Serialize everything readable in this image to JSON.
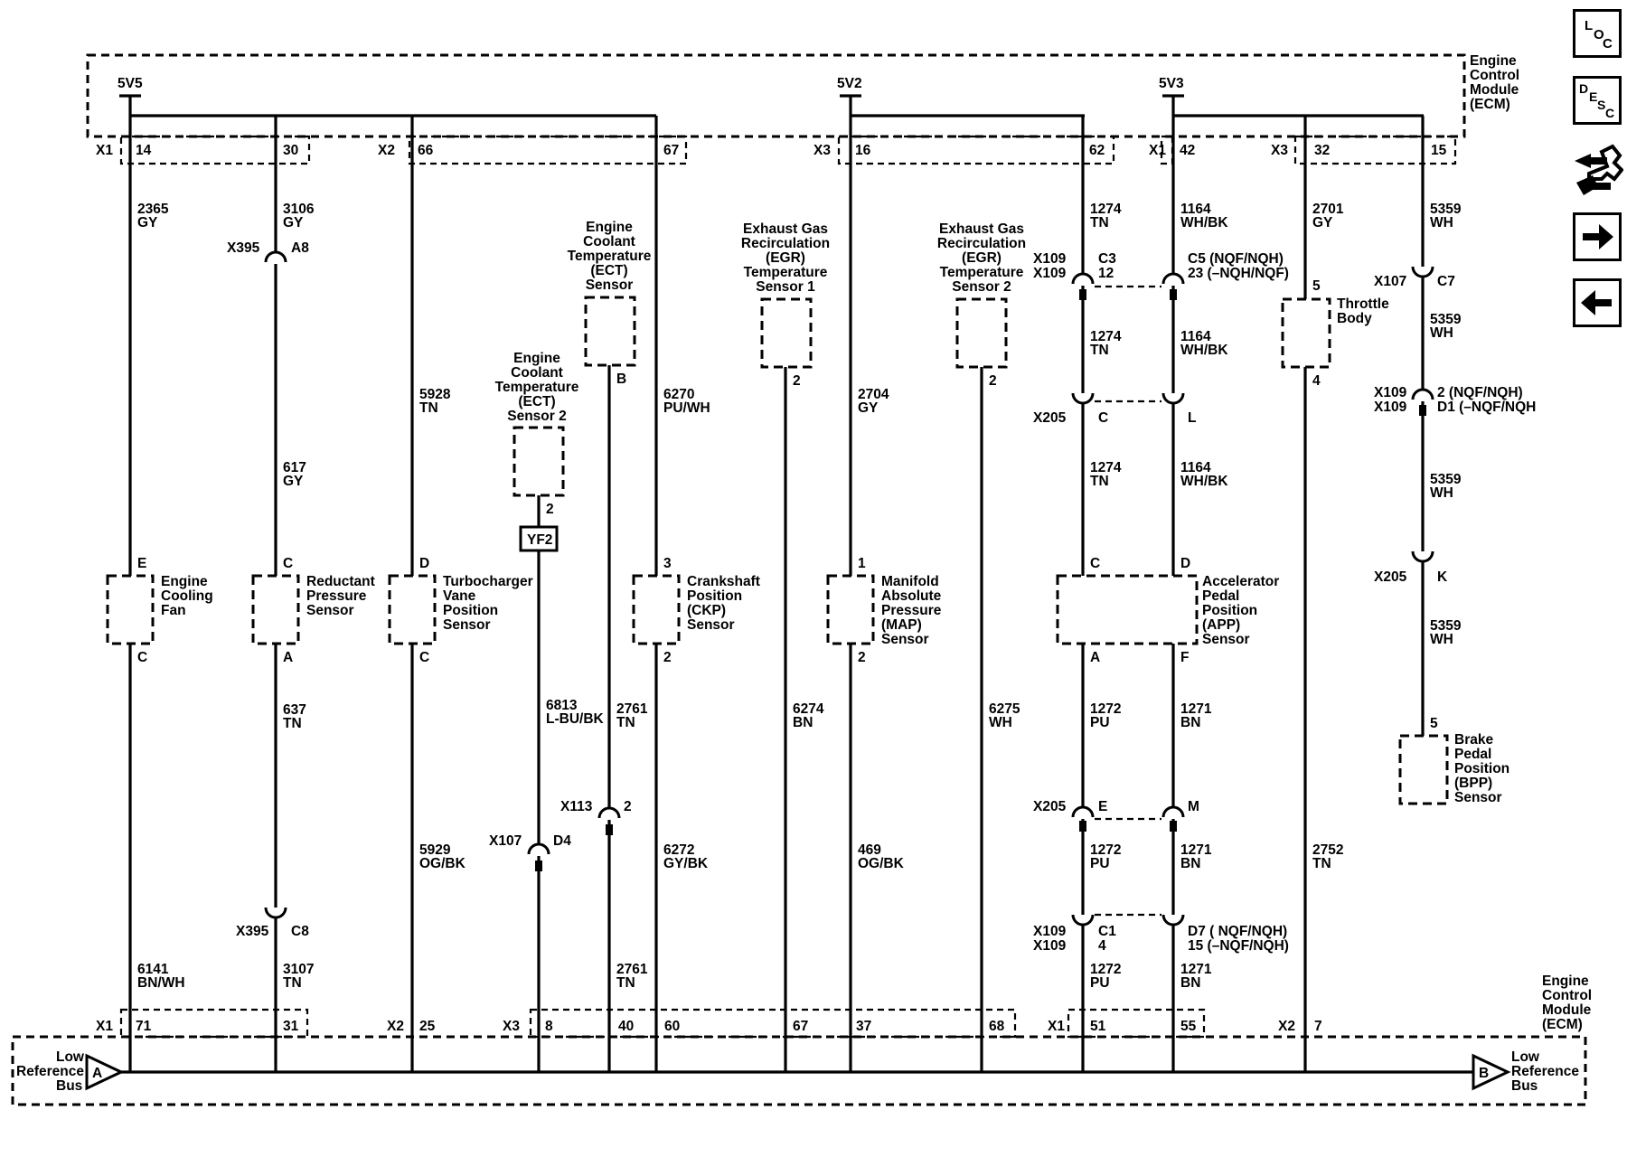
{
  "modules": {
    "ecm_top": [
      "Engine",
      "Control",
      "Module",
      "(ECM)"
    ],
    "ecm_bottom": [
      "Engine",
      "Control",
      "Module",
      "(ECM)"
    ],
    "low_ref_left": [
      "Low",
      "Reference",
      "Bus"
    ],
    "low_ref_right": [
      "Low",
      "Reference",
      "Bus"
    ],
    "low_ref_left_letter": "A",
    "low_ref_right_letter": "B"
  },
  "supplies": {
    "s1": "5V5",
    "s2": "5V2",
    "s3": "5V3"
  },
  "top_pins": {
    "x1a": "X1",
    "p14": "14",
    "p30": "30",
    "x2a": "X2",
    "p66": "66",
    "p67": "67",
    "x3a": "X3",
    "p16": "16",
    "p62": "62",
    "x1b": "X1",
    "p42": "42",
    "x3b": "X3",
    "p32": "32",
    "p15": "15"
  },
  "bottom_pins": {
    "x1a": "X1",
    "p71": "71",
    "p31": "31",
    "x2a": "X2",
    "p25": "25",
    "x3a": "X3",
    "p8": "8",
    "p40": "40",
    "p60": "60",
    "p67": "67",
    "p37": "37",
    "p68": "68",
    "x1b": "X1",
    "p51": "51",
    "p55": "55",
    "x2b": "X2",
    "p7": "7"
  },
  "wires": {
    "w2365": [
      "2365",
      "GY"
    ],
    "w3106": [
      "3106",
      "GY"
    ],
    "w617": [
      "617",
      "GY"
    ],
    "w637": [
      "637",
      "TN"
    ],
    "w3107": [
      "3107",
      "TN"
    ],
    "w6141": [
      "6141",
      "BN/WH"
    ],
    "w5928": [
      "5928",
      "TN"
    ],
    "w5929": [
      "5929",
      "OG/BK"
    ],
    "w6813": [
      "6813",
      "L-BU/BK"
    ],
    "w2761a": [
      "2761",
      "TN"
    ],
    "w2761b": [
      "2761",
      "TN"
    ],
    "w6270": [
      "6270",
      "PU/WH"
    ],
    "w6272": [
      "6272",
      "GY/BK"
    ],
    "w6274": [
      "6274",
      "BN"
    ],
    "w2704": [
      "2704",
      "GY"
    ],
    "w469": [
      "469",
      "OG/BK"
    ],
    "w6275": [
      "6275",
      "WH"
    ],
    "w1274a": [
      "1274",
      "TN"
    ],
    "w1274b": [
      "1274",
      "TN"
    ],
    "w1274c": [
      "1274",
      "TN"
    ],
    "w1164a": [
      "1164",
      "WH/BK"
    ],
    "w1164b": [
      "1164",
      "WH/BK"
    ],
    "w1164c": [
      "1164",
      "WH/BK"
    ],
    "w1272a": [
      "1272",
      "PU"
    ],
    "w1272b": [
      "1272",
      "PU"
    ],
    "w1272c": [
      "1272",
      "PU"
    ],
    "w1271a": [
      "1271",
      "BN"
    ],
    "w1271b": [
      "1271",
      "BN"
    ],
    "w1271c": [
      "1271",
      "BN"
    ],
    "w2701": [
      "2701",
      "GY"
    ],
    "w2752": [
      "2752",
      "TN"
    ],
    "w5359a": [
      "5359",
      "WH"
    ],
    "w5359b": [
      "5359",
      "WH"
    ],
    "w5359c": [
      "5359",
      "WH"
    ],
    "w5359d": [
      "5359",
      "WH"
    ]
  },
  "connectors": {
    "x395_a8": [
      "X395",
      "A8"
    ],
    "x395_c8": [
      "X395",
      "C8"
    ],
    "x107_d4": [
      "X107",
      "D4"
    ],
    "x113_2": [
      "X113",
      "2"
    ],
    "x109_c3": [
      "X109",
      "X109",
      "C3",
      "12"
    ],
    "x109_c5": [
      "C5 (NQF/NQH)",
      "23 (–NQH/NQF)"
    ],
    "x205_c": [
      "X205",
      "C"
    ],
    "x205_l": "L",
    "x205_e": [
      "X205",
      "E"
    ],
    "x205_m": "M",
    "x109_c1": [
      "X109",
      "X109",
      "C1",
      "4"
    ],
    "x109_d7": [
      "D7 ( NQF/NQH)",
      "15 (–NQF/NQH)"
    ],
    "x107_c7": [
      "X107",
      "C7"
    ],
    "x109_2": [
      "X109",
      "X109",
      "2 (NQF/NQH)",
      "D1 (–NQF/NQH"
    ],
    "x205_k": [
      "X205",
      "K"
    ]
  },
  "components": {
    "fan": {
      "name": [
        "Engine",
        "Cooling",
        "Fan"
      ],
      "pin_top": "E",
      "pin_bottom": "C"
    },
    "reductant": {
      "name": [
        "Reductant",
        "Pressure",
        "Sensor"
      ],
      "pin_top": "C",
      "pin_bottom": "A"
    },
    "turbo": {
      "name": [
        "Turbocharger",
        "Vane",
        "Position",
        "Sensor"
      ],
      "pin_top": "D",
      "pin_bottom": "C"
    },
    "ect2": {
      "name": [
        "Engine",
        "Coolant",
        "Temperature",
        "(ECT)",
        "Sensor 2"
      ],
      "pin": "2",
      "fuse": "YF2"
    },
    "ect": {
      "name": [
        "Engine",
        "Coolant",
        "Temperature",
        "(ECT)",
        "Sensor"
      ],
      "pin": "B"
    },
    "ckp": {
      "name": [
        "Crankshaft",
        "Position",
        "(CKP)",
        "Sensor"
      ],
      "pin_top": "3",
      "pin_bottom": "2"
    },
    "egr1": {
      "name": [
        "Exhaust Gas",
        "Recirculation",
        "(EGR)",
        "Temperature",
        "Sensor 1"
      ],
      "pin": "2"
    },
    "map": {
      "name": [
        "Manifold",
        "Absolute",
        "Pressure",
        "(MAP)",
        "Sensor"
      ],
      "pin_top": "1",
      "pin_bottom": "2"
    },
    "egr2": {
      "name": [
        "Exhaust Gas",
        "Recirculation",
        "(EGR)",
        "Temperature",
        "Sensor 2"
      ],
      "pin": "2"
    },
    "app": {
      "name": [
        "Accelerator",
        "Pedal",
        "Position",
        "(APP)",
        "Sensor"
      ],
      "pins": [
        "C",
        "D",
        "A",
        "F"
      ]
    },
    "throttle": {
      "name": [
        "Throttle",
        "Body"
      ],
      "pin_top": "5",
      "pin_bottom": "4"
    },
    "bpp": {
      "name": [
        "Brake",
        "Pedal",
        "Position",
        "(BPP)",
        "Sensor"
      ],
      "pin": "5"
    }
  },
  "nav": {
    "loc": [
      "L",
      "O",
      "C"
    ],
    "desc": [
      "D",
      "E",
      "S",
      "C"
    ],
    "icons": [
      "connector-wrench-icon",
      "arrow-right-icon",
      "arrow-left-icon"
    ]
  }
}
